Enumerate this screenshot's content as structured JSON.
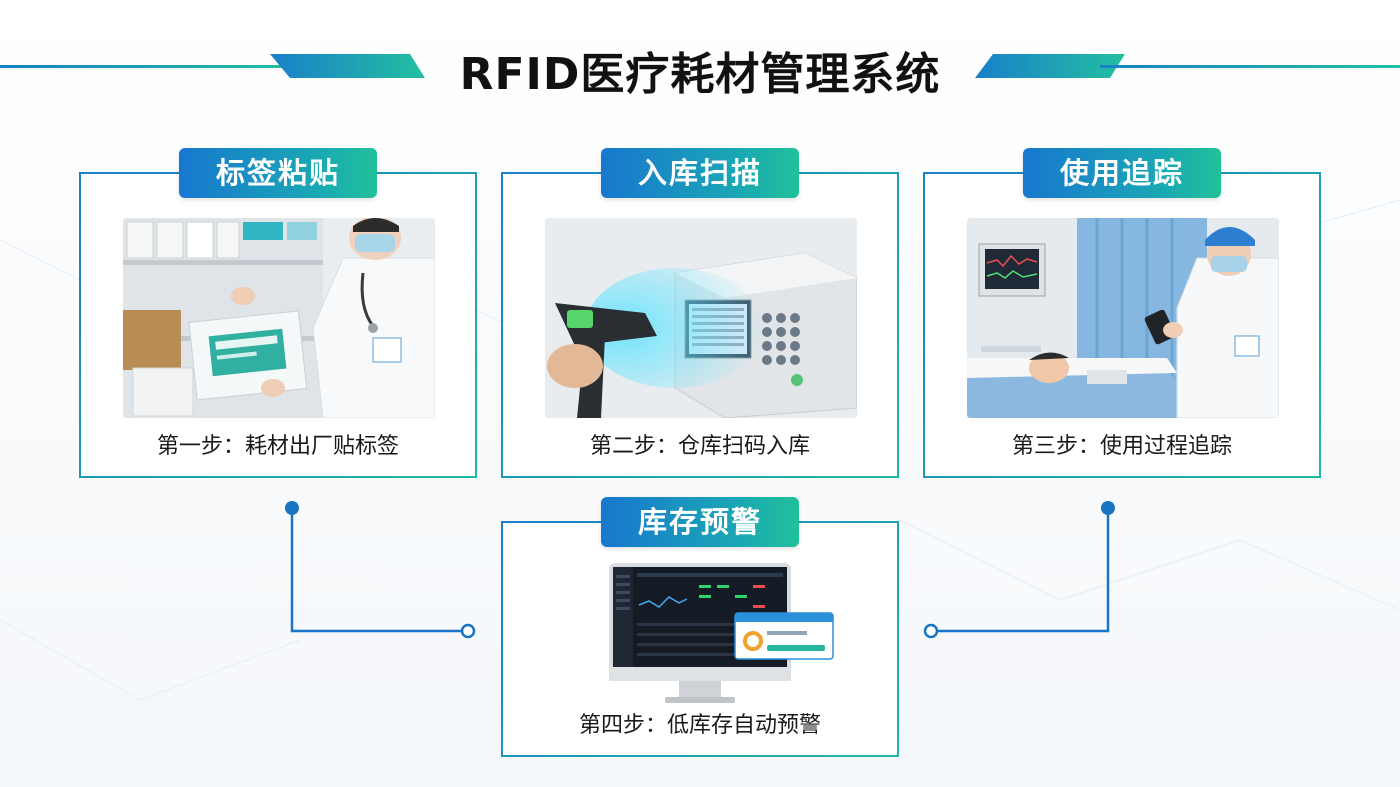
{
  "title": "RFID医疗耗材管理系统",
  "steps": [
    {
      "badge": "标签粘贴",
      "caption": "第一步：耗材出厂贴标签"
    },
    {
      "badge": "入库扫描",
      "caption": "第二步：仓库扫码入库"
    },
    {
      "badge": "使用追踪",
      "caption": "第三步：使用过程追踪"
    },
    {
      "badge": "库存预警",
      "caption": "第四步：低库存自动预警"
    }
  ],
  "colors": {
    "primary_blue": "#1a7fc9",
    "accent_teal": "#1fb8a4",
    "connector": "#1a74c4"
  }
}
